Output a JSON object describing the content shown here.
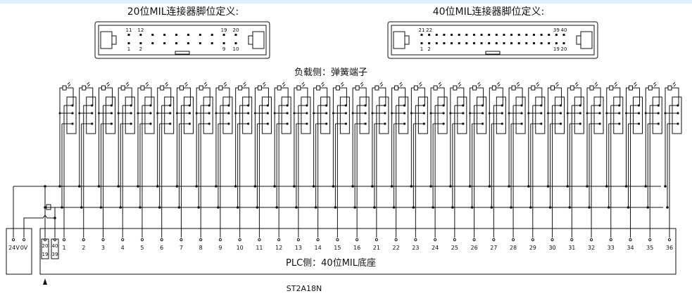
{
  "connector20": {
    "title": "20位MIL连接器脚位定义:",
    "pins_top": [
      "11",
      "12",
      "19",
      "20"
    ],
    "pins_bottom": [
      "1",
      "2",
      "9",
      "10"
    ],
    "columns": 10
  },
  "connector40": {
    "title": "40位MIL连接器脚位定义:",
    "pins_top": [
      "21",
      "22",
      "39",
      "40"
    ],
    "pins_bottom": [
      "1",
      "2",
      "19",
      "20"
    ],
    "columns": 20
  },
  "load_side_label": "负载侧：弹簧端子",
  "plc_side_label": "PLC侧：40位MIL底座",
  "model": "ST2A18N",
  "power_terminals": [
    "24V",
    "0V"
  ],
  "common_terminals": [
    {
      "top": "20",
      "bottom": "19"
    },
    {
      "top": "40",
      "bottom": "39"
    }
  ],
  "io_terminals": [
    "1",
    "2",
    "3",
    "4",
    "5",
    "6",
    "7",
    "8",
    "9",
    "10",
    "11",
    "12",
    "13",
    "14",
    "15",
    "16",
    "21",
    "22",
    "23",
    "24",
    "25",
    "26",
    "27",
    "28",
    "29",
    "30",
    "31",
    "32",
    "33",
    "34",
    "35",
    "36"
  ],
  "pin1_marker": "triangle-up",
  "colors": {
    "line": "#111111",
    "band": "#dff2fb"
  }
}
